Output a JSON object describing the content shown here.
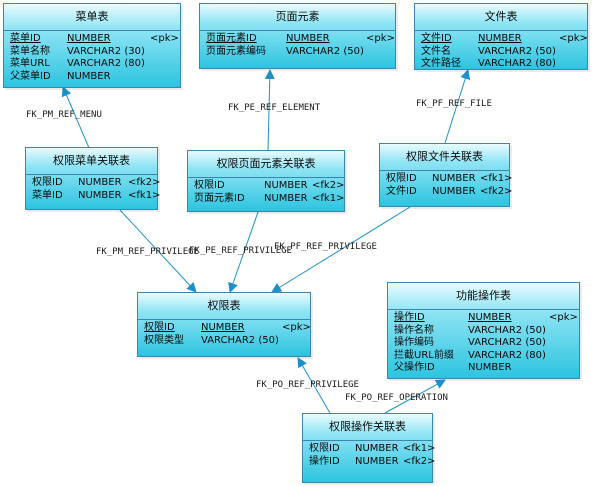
{
  "colors": {
    "entity_border": "#3c86ad",
    "entity_fill": "#2cc4e0",
    "arrow": "#1e90c8",
    "label": "#1a1a1a"
  },
  "entities": {
    "menu": {
      "title": "菜单表",
      "fields": [
        {
          "name": "菜单ID",
          "type": "NUMBER",
          "key": "<pk>"
        },
        {
          "name": "菜单名称",
          "type": "VARCHAR2 (30)",
          "key": ""
        },
        {
          "name": "菜单URL",
          "type": "VARCHAR2 (80)",
          "key": ""
        },
        {
          "name": "父菜单ID",
          "type": "NUMBER",
          "key": ""
        }
      ]
    },
    "page_element": {
      "title": "页面元素",
      "fields": [
        {
          "name": "页面元素ID",
          "type": "NUMBER",
          "key": "<pk>"
        },
        {
          "name": "页面元素编码",
          "type": "VARCHAR2 (50)",
          "key": ""
        }
      ]
    },
    "file": {
      "title": "文件表",
      "fields": [
        {
          "name": "文件ID",
          "type": "NUMBER",
          "key": "<pk>"
        },
        {
          "name": "文件名",
          "type": "VARCHAR2 (50)",
          "key": ""
        },
        {
          "name": "文件路径",
          "type": "VARCHAR2 (80)",
          "key": ""
        }
      ]
    },
    "priv_menu": {
      "title": "权限菜单关联表",
      "fields": [
        {
          "name": "权限ID",
          "type": "NUMBER",
          "key": "<fk2>"
        },
        {
          "name": "菜单ID",
          "type": "NUMBER",
          "key": "<fk1>"
        }
      ]
    },
    "priv_element": {
      "title": "权限页面元素关联表",
      "fields": [
        {
          "name": "权限ID",
          "type": "NUMBER",
          "key": "<fk2>"
        },
        {
          "name": "页面元素ID",
          "type": "NUMBER",
          "key": "<fk1>"
        }
      ]
    },
    "priv_file": {
      "title": "权限文件关联表",
      "fields": [
        {
          "name": "权限ID",
          "type": "NUMBER",
          "key": "<fk1>"
        },
        {
          "name": "文件ID",
          "type": "NUMBER",
          "key": "<fk2>"
        }
      ]
    },
    "privilege": {
      "title": "权限表",
      "fields": [
        {
          "name": "权限ID",
          "type": "NUMBER",
          "key": "<pk>"
        },
        {
          "name": "权限类型",
          "type": "VARCHAR2 (50)",
          "key": ""
        }
      ]
    },
    "operation": {
      "title": "功能操作表",
      "fields": [
        {
          "name": "操作ID",
          "type": "NUMBER",
          "key": "<pk>"
        },
        {
          "name": "操作名称",
          "type": "VARCHAR2 (50)",
          "key": ""
        },
        {
          "name": "操作编码",
          "type": "VARCHAR2 (50)",
          "key": ""
        },
        {
          "name": "拦截URL前缀",
          "type": "VARCHAR2 (80)",
          "key": ""
        },
        {
          "name": "父操作ID",
          "type": "NUMBER",
          "key": ""
        }
      ]
    },
    "priv_operation": {
      "title": "权限操作关联表",
      "fields": [
        {
          "name": "权限ID",
          "type": "NUMBER",
          "key": "<fk1>"
        },
        {
          "name": "操作ID",
          "type": "NUMBER",
          "key": "<fk2>"
        }
      ]
    }
  },
  "relationships": {
    "fk_pm_ref_menu": "FK_PM_REF_MENU",
    "fk_pe_ref_element": "FK_PE_REF_ELEMENT",
    "fk_pf_ref_file": "FK_PF_REF_FILE",
    "fk_pm_ref_privilege": "FK_PM_REF_PRIVILEGE",
    "fk_pe_ref_privilege": "FK_PE_REF_PRIVILEGE",
    "fk_pf_ref_privilege": "FK_PF_REF_PRIVILEGE",
    "fk_po_ref_privilege": "FK_PO_REF_PRIVILEGE",
    "fk_po_ref_operation": "FK_PO_REF_OPERATION"
  }
}
